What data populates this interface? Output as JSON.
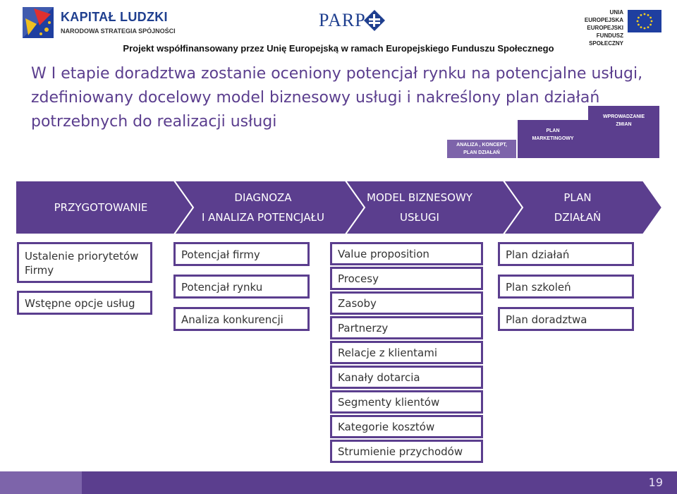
{
  "header": {
    "left_logo": {
      "title": "KAPITAŁ LUDZKI",
      "subtitle": "NARODOWA STRATEGIA SPÓJNOŚCI",
      "icon": "kapital-ludzki-flag-logo"
    },
    "center_logo": {
      "text": "PARP",
      "icon": "parp-mark"
    },
    "right_logo": {
      "line1": "UNIA EUROPEJSKA",
      "line2": "EUROPEJSKI",
      "line3": "FUNDUSZ SPOŁECZNY",
      "icon": "eu-flag"
    },
    "funding_line": "Projekt współfinansowany przez Unię Europejską w ramach Europejskiego Funduszu Społecznego"
  },
  "title": "W I etapie doradztwa zostanie oceniony potencjał rynku na potencjalne usługi, zdefiniowany docelowy model biznesowy usługi i nakreślony plan działań potrzebnych do realizacji usługi",
  "steps": [
    {
      "line1": "ANALIZA , KONCEPT,",
      "line2": "PLAN DZIAŁAŃ"
    },
    {
      "line1": "PLAN",
      "line2": "MARKETINGOWY"
    },
    {
      "line1": "WPROWADZANIE",
      "line2": "ZMIAN"
    }
  ],
  "phases": [
    {
      "line1": "PRZYGOTOWANIE",
      "line2": ""
    },
    {
      "line1": "DIAGNOZA",
      "line2": "I ANALIZA POTENCJAŁU"
    },
    {
      "line1": "MODEL BIZNESOWY",
      "line2": "USŁUGI"
    },
    {
      "line1": "PLAN",
      "line2": "DZIAŁAŃ"
    }
  ],
  "columns": {
    "przygotowanie": [
      "Ustalenie priorytetów\nFirmy",
      "Wstępne opcje usług"
    ],
    "diagnoza": [
      "Potencjał firmy",
      "Potencjał rynku",
      "Analiza konkurencji"
    ],
    "model": [
      "Value proposition",
      "Procesy",
      "Zasoby",
      "Partnerzy",
      "Relacje z klientami",
      "Kanały dotarcia",
      "Segmenty klientów",
      "Kategorie kosztów",
      "Strumienie przychodów"
    ],
    "plan": [
      "Plan działań",
      "Plan szkoleń",
      "Plan doradztwa"
    ]
  },
  "footer": {
    "page_number": "19"
  },
  "colors": {
    "accent": "#5b3e8e",
    "accent_light": "#7d64aa"
  }
}
